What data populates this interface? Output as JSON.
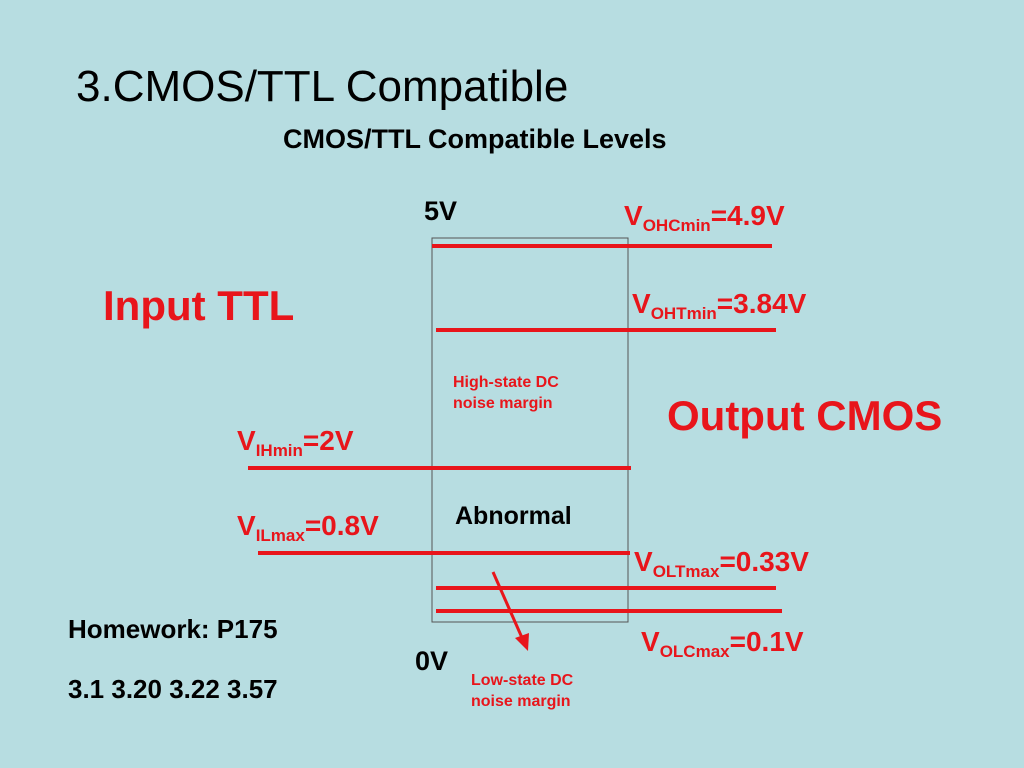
{
  "slide": {
    "title": "3.CMOS/TTL Compatible",
    "subtitle": "CMOS/TTL Compatible  Levels"
  },
  "labels": {
    "input": "Input TTL",
    "output": "Output CMOS",
    "top_voltage": "5V",
    "bottom_voltage": "0V",
    "abnormal": "Abnormal",
    "high_margin_line1": "High-state DC",
    "high_margin_line2": "noise margin",
    "low_margin_line1": "Low-state DC",
    "low_margin_line2": "noise margin"
  },
  "levels": {
    "vohc": {
      "prefix": "V",
      "sub": "OHCmin",
      "value": "=4.9V"
    },
    "voht": {
      "prefix": "V",
      "sub": "OHTmin",
      "value": "=3.84V"
    },
    "vih": {
      "prefix": "V",
      "sub": "IHmin",
      "value": "=2V"
    },
    "vil": {
      "prefix": "V",
      "sub": "ILmax",
      "value": "=0.8V"
    },
    "volt": {
      "prefix": "V",
      "sub": "OLTmax",
      "value": "=0.33V"
    },
    "volc": {
      "prefix": "V",
      "sub": "OLCmax",
      "value": "=0.1V"
    }
  },
  "homework": {
    "line1": "Homework: P175",
    "line2": "3.1 3.20 3.22 3.57"
  },
  "colors": {
    "background": "#b7dde1",
    "accent": "#e8151b",
    "box_border": "#555555"
  }
}
